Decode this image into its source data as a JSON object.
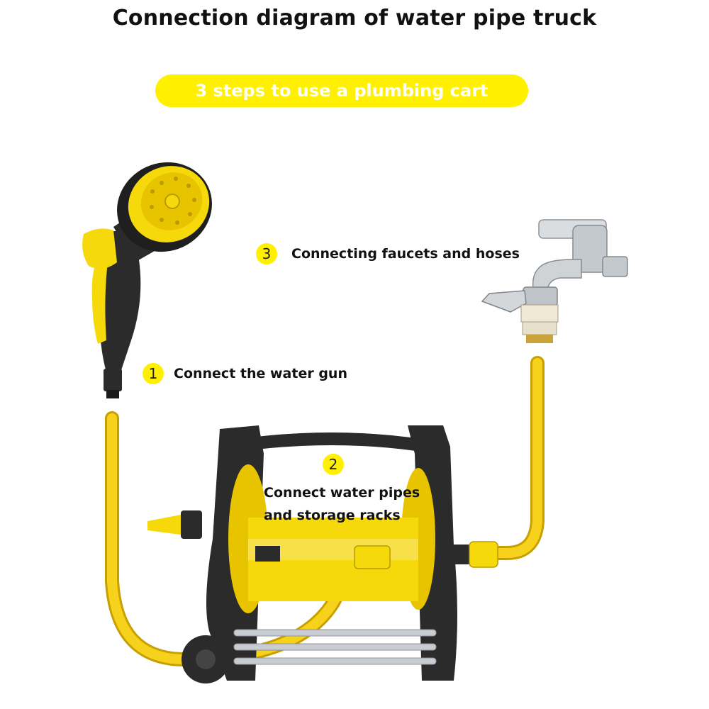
{
  "header": {
    "title": "Connection diagram of water pipe truck",
    "subtitle": "3 steps to use a plumbing cart"
  },
  "steps": [
    {
      "number": "1",
      "label": "Connect the water gun"
    },
    {
      "number": "2",
      "label_line1": "Connect water pipes",
      "label_line2": "and storage racks"
    },
    {
      "number": "3",
      "label": "Connecting faucets and hoses"
    }
  ],
  "colors": {
    "accent": "#fff000",
    "hose": "#f7d21c",
    "frame": "#2b2b2b",
    "steel": "#c9cdd1"
  },
  "icons": [
    "spray-gun-icon",
    "faucet-icon",
    "hose-reel-cart-icon"
  ]
}
